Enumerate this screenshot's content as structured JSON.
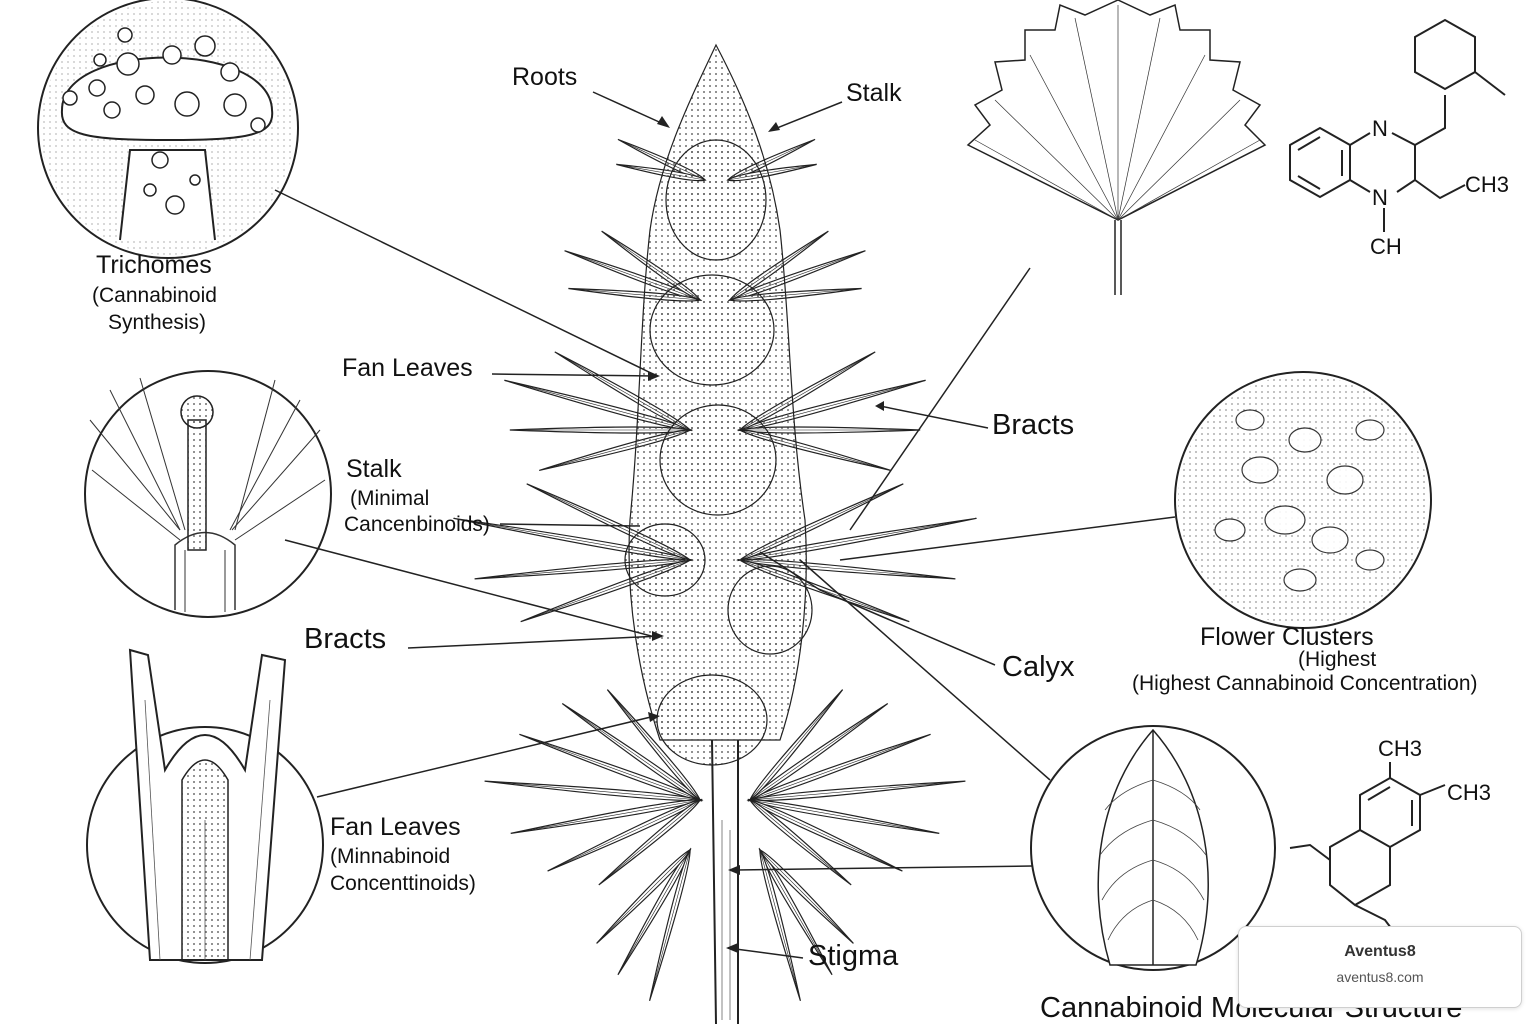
{
  "labels": {
    "roots": "Roots",
    "stalk_top": "Stalk",
    "trichomes_title": "Trichomes",
    "trichomes_sub1": "(Cannabinoid",
    "trichomes_sub2": "Synthesis)",
    "fan_leaves_top": "Fan Leaves",
    "bracts_right": "Bracts",
    "stalk_left": "Stalk",
    "stalk_left_sub1": "(Minimal",
    "stalk_left_sub2": "Cancenbinoids)",
    "bracts_left": "Bracts",
    "calyx": "Calyx",
    "flower_title": "Flower Clusters",
    "flower_overlap": "(Highest",
    "flower_sub": "(Highest Cannabinoid Concentration)",
    "fan_leaves_bottom": "Fan Leaves",
    "fan_leaves_bottom_sub1": "(Minnabinoid",
    "fan_leaves_bottom_sub2": "Concenttinoids)",
    "stigma": "Stigma",
    "molecular": "Cannabinoid Molecular Structure"
  },
  "chem": {
    "n1": "N",
    "n2": "N",
    "ch3_a": "CH3",
    "ch": "CH",
    "ch3_b": "CH3",
    "ch3_c": "CH3"
  },
  "watermark": {
    "title": "Aventus8",
    "url": "aventus8.com"
  }
}
